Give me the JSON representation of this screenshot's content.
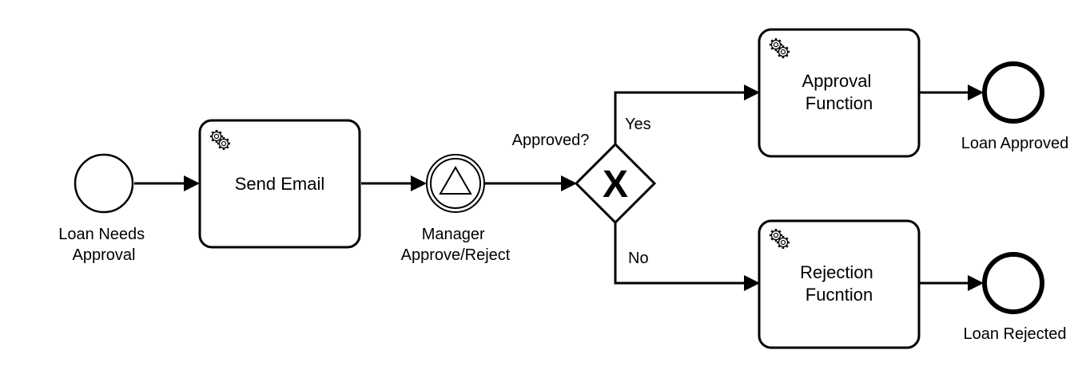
{
  "diagram": {
    "start_event": {
      "label_line1": "Loan Needs",
      "label_line2": "Approval"
    },
    "send_email_task": {
      "label": "Send Email",
      "icon": "gear-icon"
    },
    "manager_event": {
      "label_line1": "Manager",
      "label_line2": "Approve/Reject",
      "icon": "triangle-signal-icon"
    },
    "gateway": {
      "label": "Approved?",
      "marker": "X",
      "type": "exclusive"
    },
    "flow_yes": {
      "label": "Yes"
    },
    "flow_no": {
      "label": "No"
    },
    "approval_task": {
      "label_line1": "Approval",
      "label_line2": "Function",
      "icon": "gear-icon"
    },
    "rejection_task": {
      "label_line1": "Rejection",
      "label_line2": "Fucntion",
      "icon": "gear-icon"
    },
    "end_approved": {
      "label": "Loan Approved"
    },
    "end_rejected": {
      "label": "Loan Rejected"
    },
    "colors": {
      "stroke": "#000000",
      "fill": "#ffffff"
    }
  }
}
